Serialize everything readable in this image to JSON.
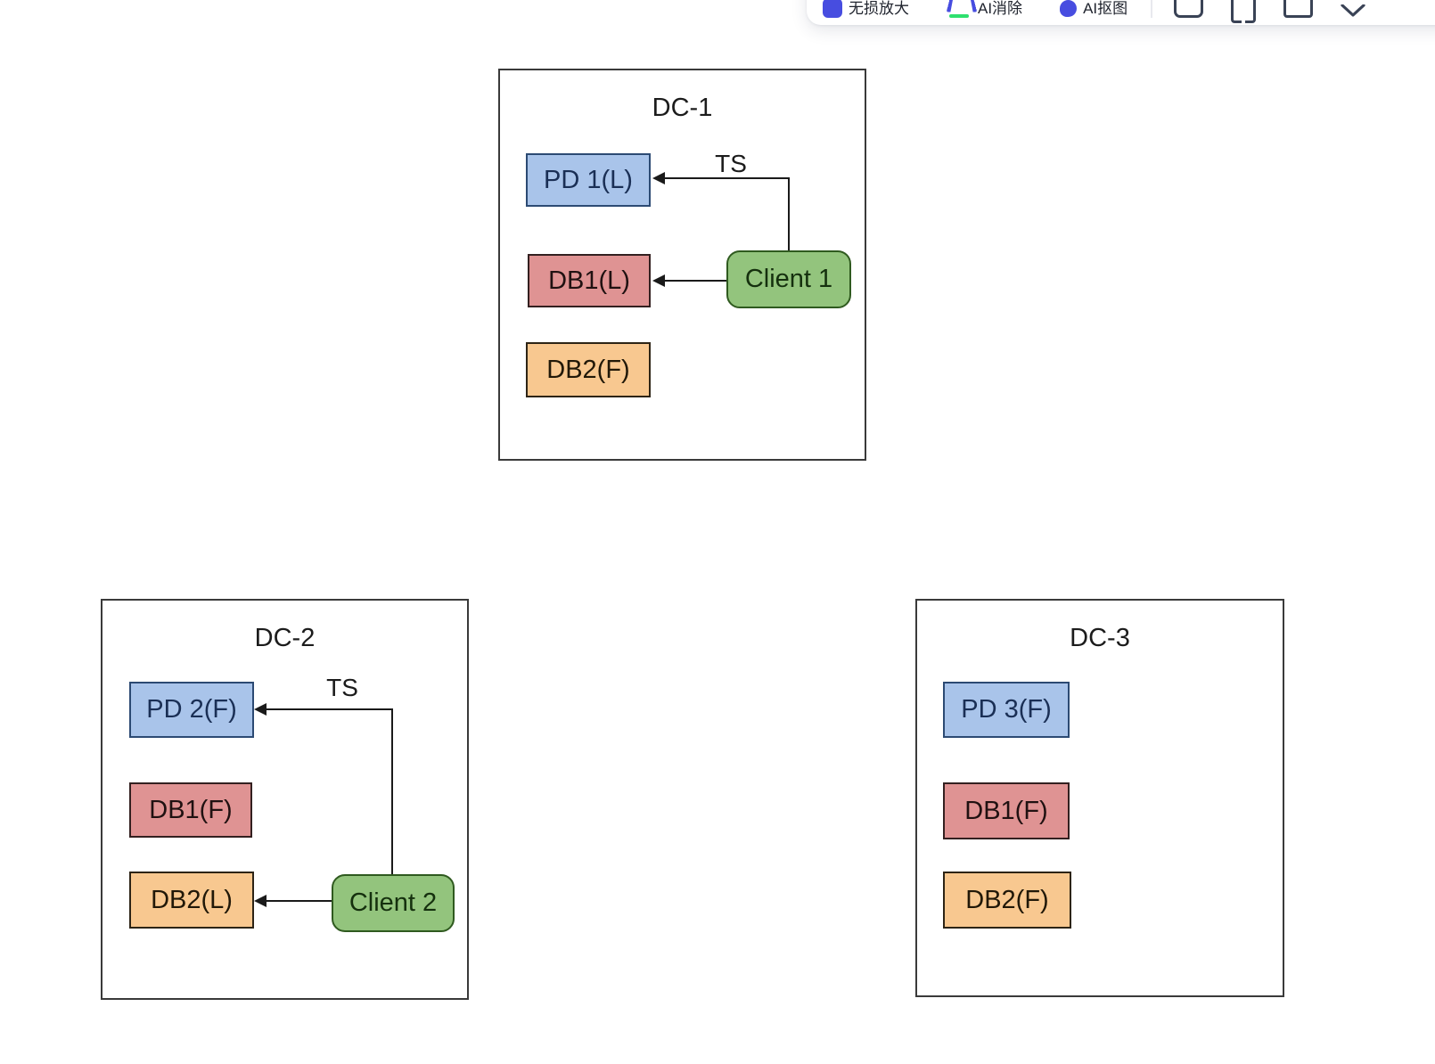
{
  "toolbar": {
    "tools": [
      {
        "label": "无损放大",
        "icon": "upscale-icon"
      },
      {
        "label": "AI消除",
        "icon": "ai-erase-icon"
      },
      {
        "label": "AI抠图",
        "icon": "ai-cutout-icon"
      }
    ],
    "buttons": [
      {
        "icon": "card-icon"
      },
      {
        "icon": "fullscreen-brackets-icon"
      },
      {
        "icon": "window-icon"
      },
      {
        "icon": "chevron-down-icon"
      }
    ]
  },
  "diagram": {
    "type": "cluster-diagram",
    "clusters": [
      {
        "title": "DC-1",
        "ts_label": "TS",
        "nodes": [
          {
            "label": "PD 1(L)"
          },
          {
            "label": "DB1(L)"
          },
          {
            "label": "DB2(F)"
          },
          {
            "label": "Client 1"
          }
        ]
      },
      {
        "title": "DC-2",
        "ts_label": "TS",
        "nodes": [
          {
            "label": "PD 2(F)"
          },
          {
            "label": "DB1(F)"
          },
          {
            "label": "DB2(L)"
          },
          {
            "label": "Client 2"
          }
        ]
      },
      {
        "title": "DC-3",
        "nodes": [
          {
            "label": "PD 3(F)"
          },
          {
            "label": "DB1(F)"
          },
          {
            "label": "DB2(F)"
          }
        ]
      }
    ],
    "connections": [
      {
        "from": "Client 1",
        "to": "PD 1(L)",
        "label": "TS"
      },
      {
        "from": "Client 1",
        "to": "DB1(L)",
        "label": ""
      },
      {
        "from": "Client 2",
        "to": "PD 2(F)",
        "label": "TS"
      },
      {
        "from": "Client 2",
        "to": "DB2(L)",
        "label": ""
      }
    ],
    "colors": {
      "pd_fill": "#a9c4ea",
      "db1_fill": "#df9393",
      "db2_fill": "#f8c890",
      "client_fill": "#93c47d",
      "line": "#1a1a1a"
    }
  }
}
